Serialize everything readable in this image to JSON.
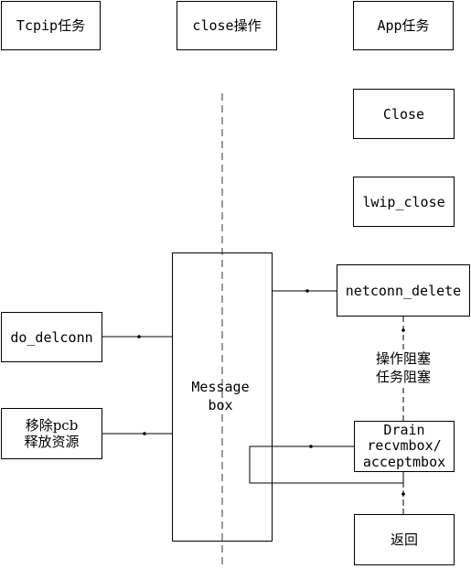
{
  "columns": {
    "tcpip_task": "Tcpip任务",
    "close_op": "close操作",
    "app_task": "App任务"
  },
  "app": {
    "close": "Close",
    "lwip_close": "lwip_close",
    "netconn_delete": "netconn_delete",
    "blocking_line1": "操作阻塞",
    "blocking_line2": "任务阻塞",
    "drain_line1": "Drain",
    "drain_line2": "recvmbox/",
    "drain_line3": "acceptmbox",
    "return": "返回"
  },
  "message_box": {
    "line1": "Message",
    "line2": "box"
  },
  "tcpip": {
    "do_delconn": "do_delconn",
    "remove_line1": "移除pcb",
    "remove_line2": "释放资源"
  }
}
